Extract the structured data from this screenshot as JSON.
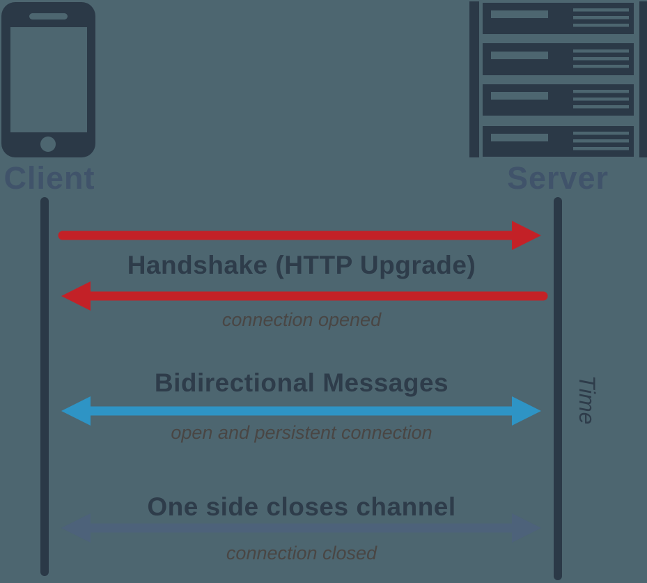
{
  "palette": {
    "background": "#4d6670",
    "dark_slate": "#2b3947",
    "title_text": "#2e3c4a",
    "note_text": "#494644",
    "actor_label_text": "#40536a",
    "red": "#c32127",
    "blue": "#2e94c5",
    "steel": "#4d627a"
  },
  "actors": {
    "client": {
      "label": "Client",
      "icon": "smartphone-icon"
    },
    "server": {
      "label": "Server",
      "icon": "server-rack-icon"
    }
  },
  "timeline": {
    "label": "Time"
  },
  "messages": [
    {
      "id": "handshake",
      "title": "Handshake (HTTP Upgrade)",
      "note": "connection opened",
      "color": "#c32127",
      "arrows": [
        "client-to-server",
        "server-to-client"
      ]
    },
    {
      "id": "bidirectional",
      "title": "Bidirectional Messages",
      "note": "open and persistent connection",
      "color": "#2e94c5",
      "arrows": [
        "bidirectional"
      ]
    },
    {
      "id": "close",
      "title": "One side closes channel",
      "note": "connection closed",
      "color": "#4d627a",
      "arrows": [
        "bidirectional"
      ]
    }
  ]
}
